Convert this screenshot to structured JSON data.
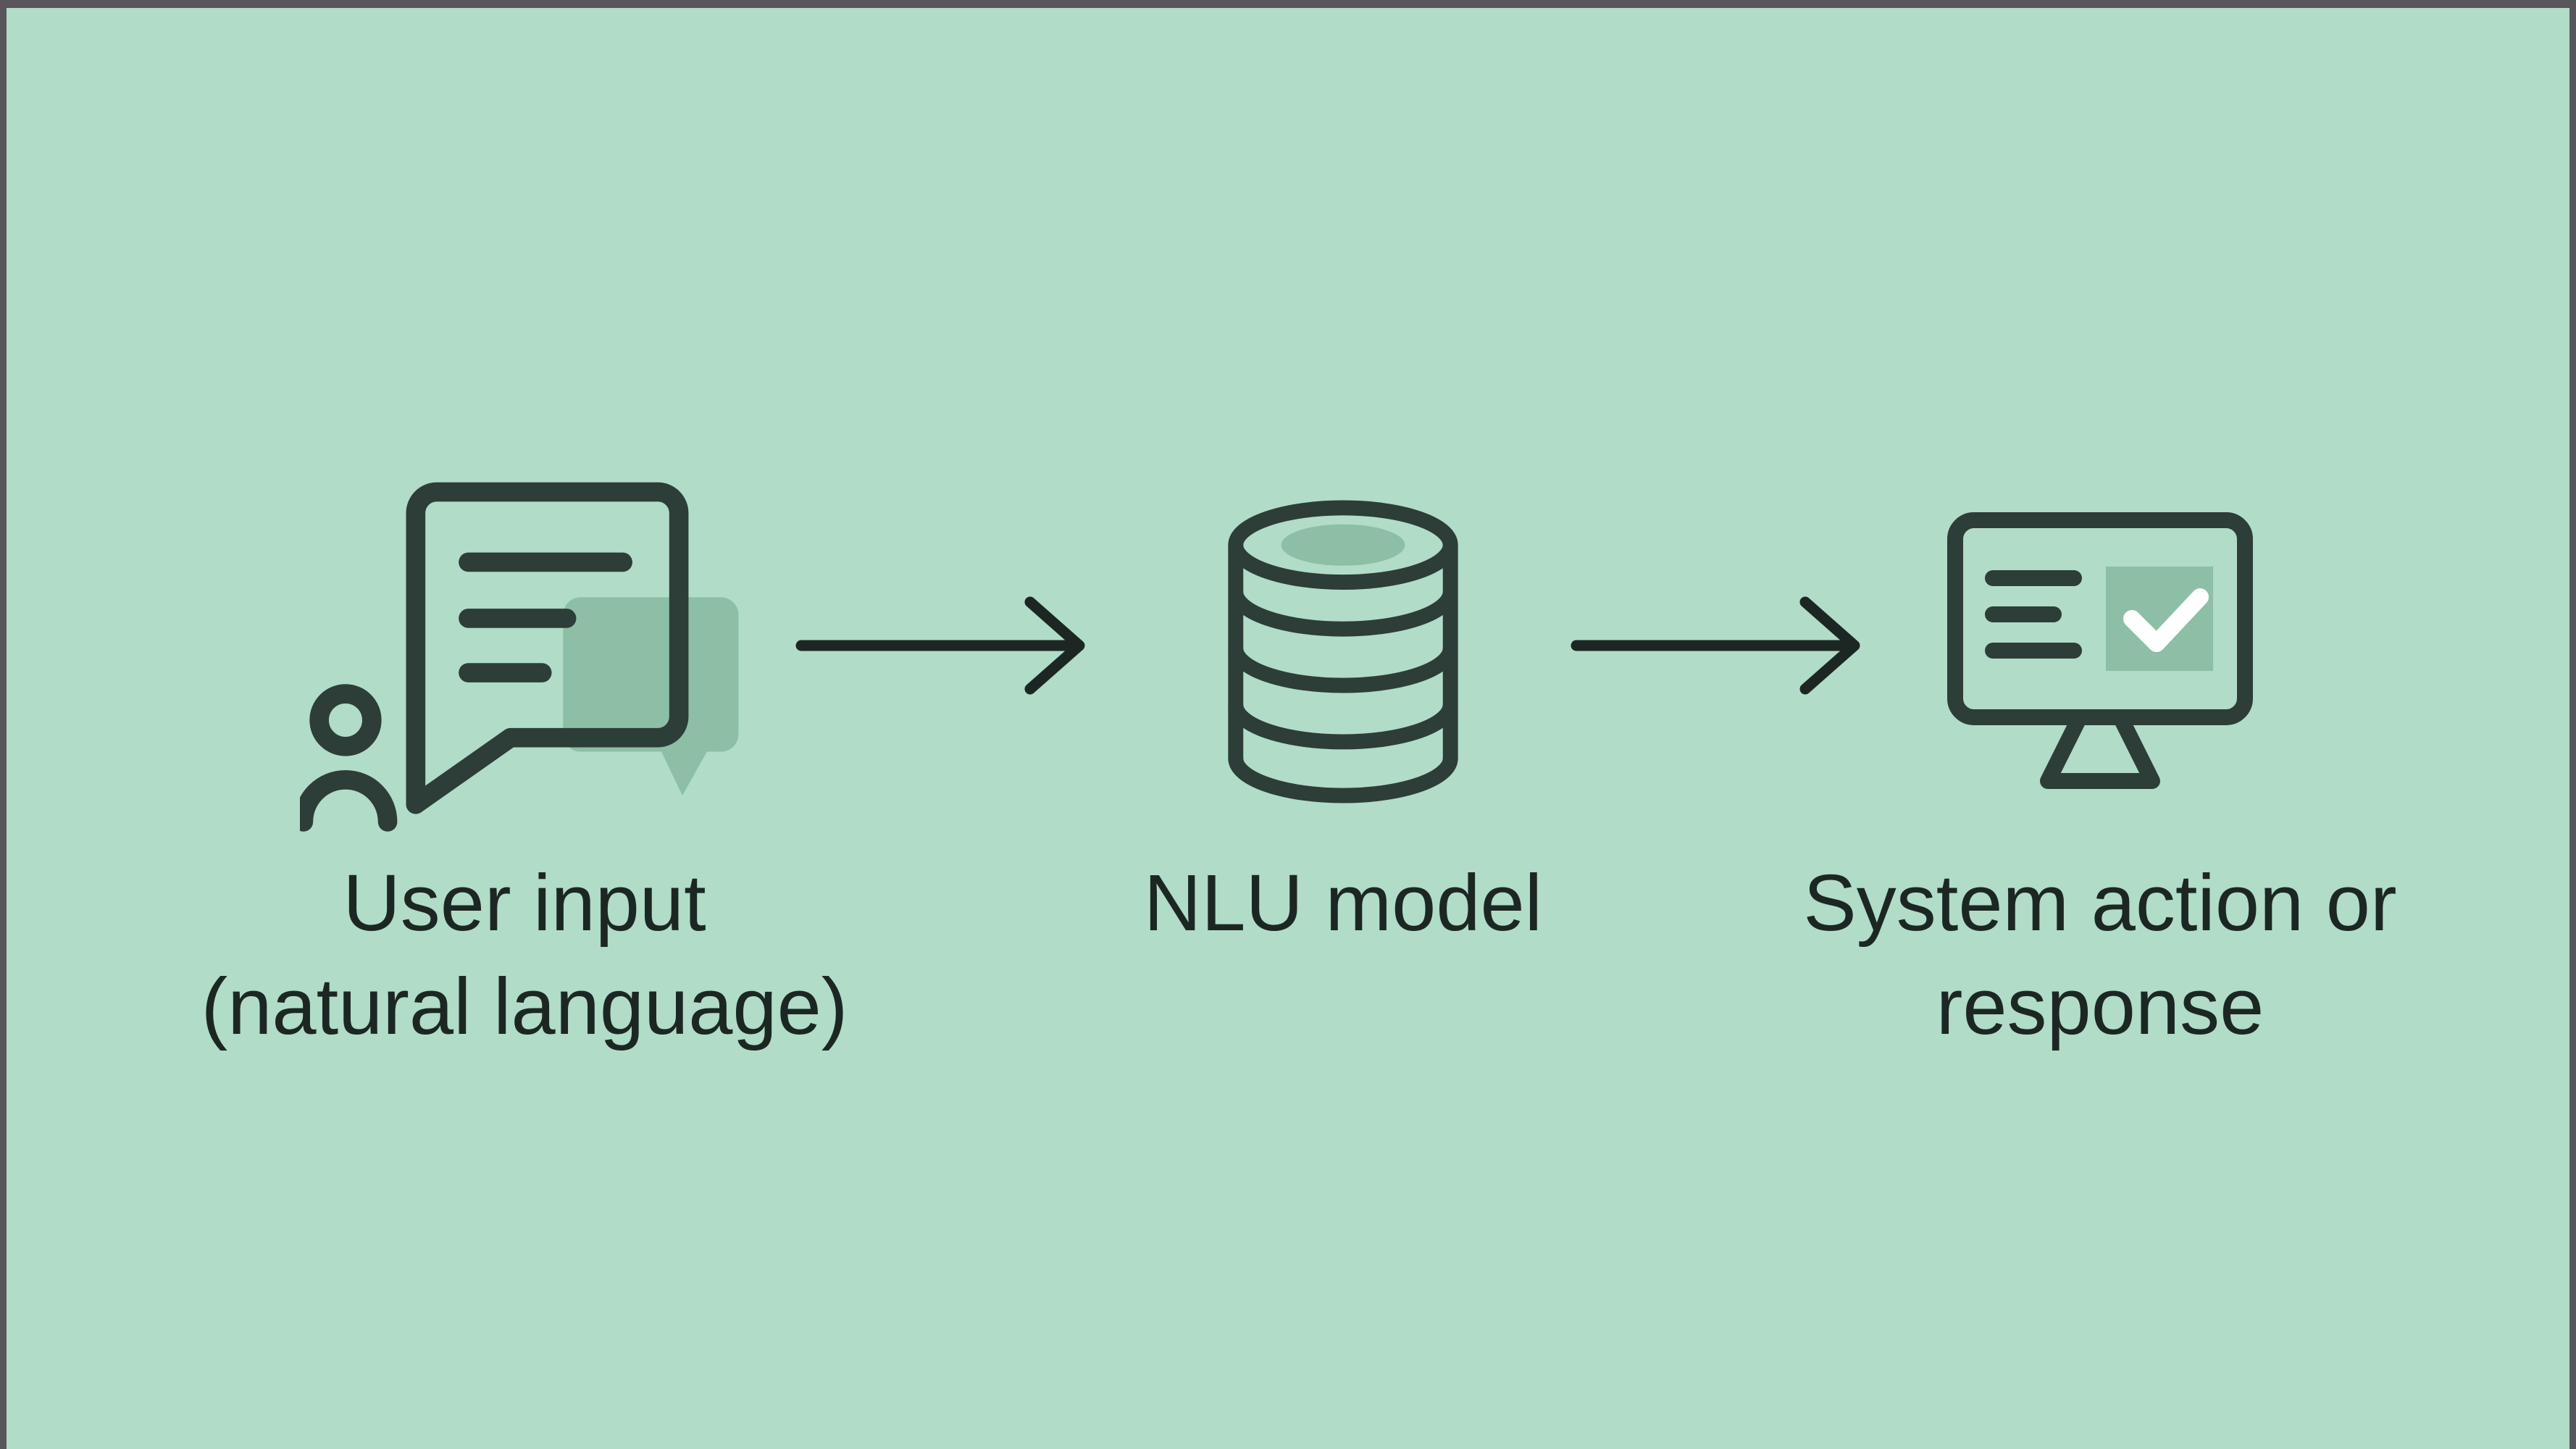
{
  "title": "NLU pipeline diagram",
  "colors": {
    "background": "#b1dcc8",
    "frame_border": "#59565b",
    "icon_stroke": "#2d3d38",
    "icon_accent_fill": "#8cbfa6",
    "arrow": "#1c2723",
    "label_text": "#1c2723",
    "checkmark": "#ffffff"
  },
  "diagram": {
    "nodes": [
      {
        "id": "user-input",
        "icon": "user-chat-icon",
        "label_lines": [
          "User input",
          "(natural language)"
        ]
      },
      {
        "id": "nlu-model",
        "icon": "database-icon",
        "label_lines": [
          "NLU model"
        ]
      },
      {
        "id": "system-action",
        "icon": "monitor-check-icon",
        "label_lines": [
          "System action or",
          "response"
        ]
      }
    ],
    "connectors": [
      {
        "from": "user-input",
        "to": "nlu-model",
        "icon": "arrow-right-icon"
      },
      {
        "from": "nlu-model",
        "to": "system-action",
        "icon": "arrow-right-icon"
      }
    ]
  }
}
